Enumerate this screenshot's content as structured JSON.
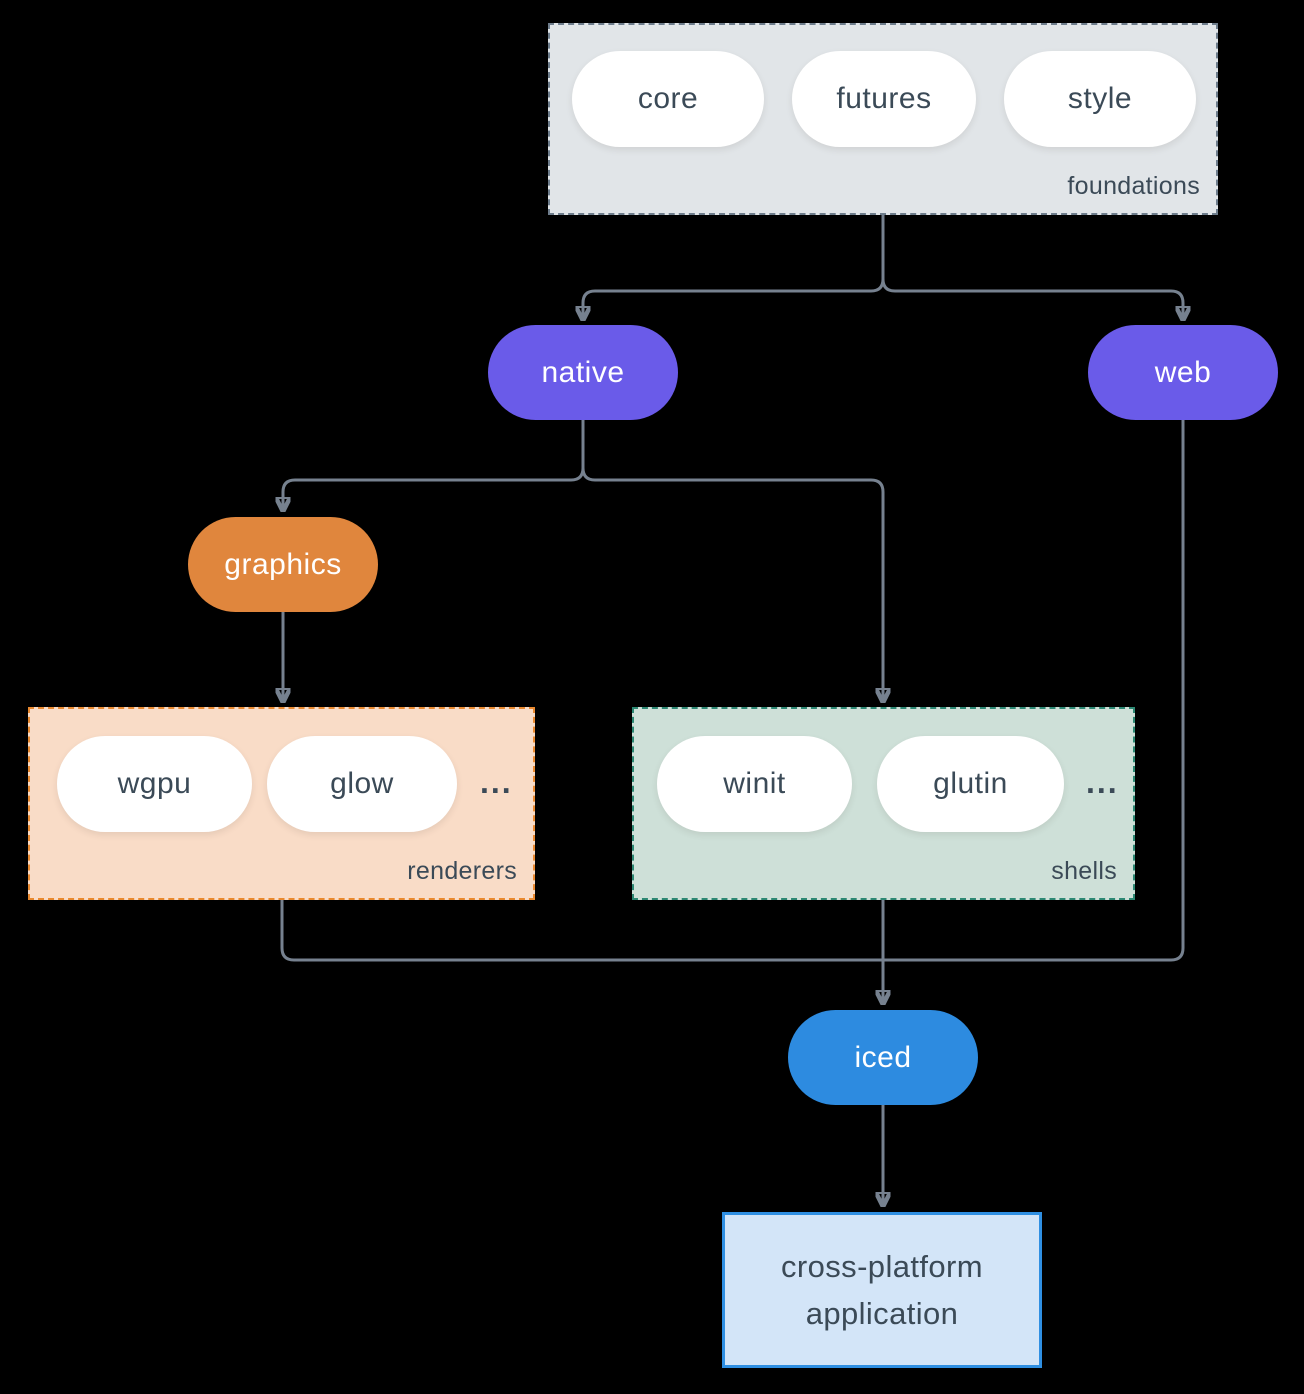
{
  "colors": {
    "background": "#000000",
    "connector_line": "#76818f",
    "text_dark": "#3b4a57",
    "pill_white": "#ffffff",
    "pill_purple": "#6a5be9",
    "pill_orange": "#e0863d",
    "pill_blue": "#2d8be0",
    "foundations_bg": "#e1e5e8",
    "foundations_border": "#6e7d8c",
    "renderers_bg": "#f9dcc7",
    "renderers_border": "#e9892f",
    "shells_bg": "#cee0d8",
    "shells_border": "#2d8873",
    "application_bg": "#d3e5f8",
    "application_border": "#2f8fe2"
  },
  "nodes": {
    "foundations": {
      "label": "foundations",
      "pills": [
        "core",
        "futures",
        "style"
      ]
    },
    "native": {
      "label": "native"
    },
    "web": {
      "label": "web"
    },
    "graphics": {
      "label": "graphics"
    },
    "renderers": {
      "label": "renderers",
      "pills": [
        "wgpu",
        "glow"
      ],
      "ellipsis": "..."
    },
    "shells": {
      "label": "shells",
      "pills": [
        "winit",
        "glutin"
      ],
      "ellipsis": "..."
    },
    "iced": {
      "label": "iced"
    },
    "application": {
      "line1": "cross-platform",
      "line2": "application"
    }
  }
}
